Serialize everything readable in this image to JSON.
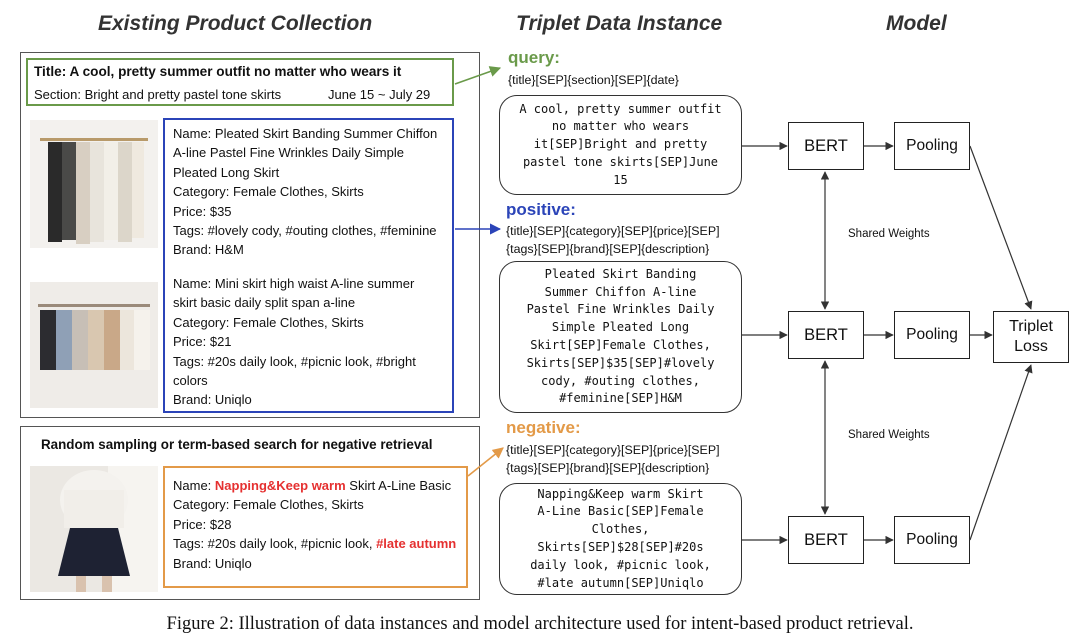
{
  "headers": {
    "collection": "Existing Product Collection",
    "triplet": "Triplet Data Instance",
    "model": "Model"
  },
  "query_card": {
    "title": "Title: A cool, pretty summer outfit no matter who wears it",
    "section": "Section: Bright and pretty pastel tone skirts",
    "dates": "June 15 ~ July 29"
  },
  "products": [
    {
      "name": [
        "Name: Pleated Skirt Banding Summer Chiffon",
        "A-line Pastel Fine Wrinkles Daily Simple",
        "Pleated Long Skirt"
      ],
      "category": "Category: Female Clothes, Skirts",
      "price": "Price: $35",
      "tags": "Tags: #lovely cody, #outing clothes, #feminine",
      "brand": "Brand: H&M"
    },
    {
      "name": [
        "Name: Mini skirt high waist A-line summer",
        "skirt basic daily split span a-line"
      ],
      "category": "Category: Female Clothes, Skirts",
      "price": "Price: $21",
      "tags": [
        "Tags: #20s daily look, #picnic look, #bright",
        "colors"
      ],
      "brand": "Brand: Uniqlo"
    }
  ],
  "negative_section": {
    "title": "Random sampling or term-based search for negative retrieval",
    "name_prefix": "Name: ",
    "name_highlight": "Napping&Keep warm",
    "name_rest": " Skirt A-Line Basic",
    "category": "Category: Female Clothes, Skirts",
    "price": "Price: $28",
    "tags_prefix": "Tags: #20s daily look, #picnic look, ",
    "tags_highlight": "#late autumn",
    "brand": "Brand: Uniqlo"
  },
  "triplet": {
    "query": {
      "label": "query:",
      "template": [
        "{title}[SEP]{section}[SEP]{date}"
      ],
      "text": [
        "A cool, pretty summer outfit",
        "no matter who wears",
        "it[SEP]Bright and pretty",
        "pastel tone skirts[SEP]June",
        "15"
      ]
    },
    "positive": {
      "label": "positive:",
      "template": [
        "{title}[SEP]{category}[SEP]{price}[SEP]",
        "{tags}[SEP]{brand}[SEP]{description}"
      ],
      "text": [
        "Pleated Skirt Banding",
        "Summer Chiffon A-line",
        "Pastel Fine Wrinkles Daily",
        "Simple Pleated Long",
        "Skirt[SEP]Female Clothes,",
        "Skirts[SEP]$35[SEP]#lovely",
        "cody, #outing clothes,",
        "#feminine[SEP]H&M"
      ]
    },
    "negative": {
      "label": "negative:",
      "template": [
        "{title}[SEP]{category}[SEP]{price}[SEP]",
        "{tags}[SEP]{brand}[SEP]{description}"
      ],
      "text": [
        "Napping&Keep warm Skirt",
        "A-Line Basic[SEP]Female",
        "Clothes,",
        "Skirts[SEP]$28[SEP]#20s",
        "daily look, #picnic look,",
        "#late autumn[SEP]Uniqlo"
      ]
    }
  },
  "model": {
    "bert": "BERT",
    "pooling": "Pooling",
    "shared_weights": "Shared Weights",
    "loss": [
      "Triplet",
      "Loss"
    ]
  },
  "caption": "Figure 2: Illustration of data instances and model architecture used for intent-based product retrieval.",
  "colors": {
    "query": "#6a9a4a",
    "positive": "#2b44b8",
    "negative": "#e39a48",
    "highlight": "#e53030"
  }
}
